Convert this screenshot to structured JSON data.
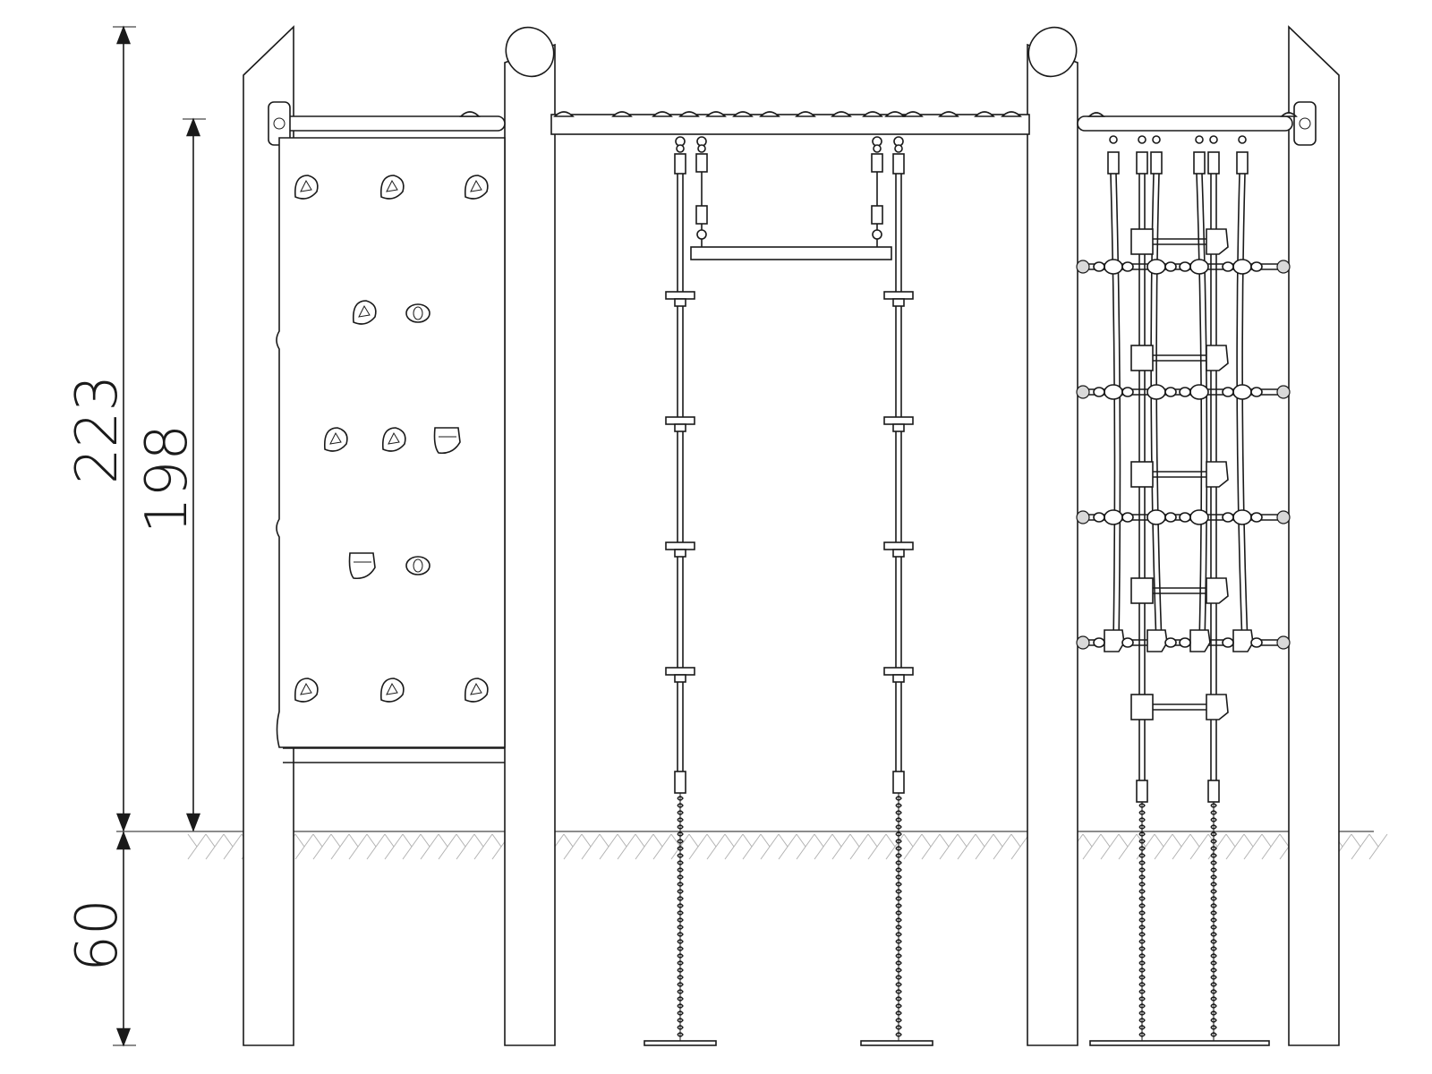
{
  "dimensions": {
    "total_height_label": "223",
    "platform_height_label": "198",
    "foundation_depth_label": "60"
  },
  "components": {
    "climbing_wall": {
      "hold_count": 13
    },
    "rope_ladder_rungs": 5,
    "climbing_net_rows": 4
  }
}
